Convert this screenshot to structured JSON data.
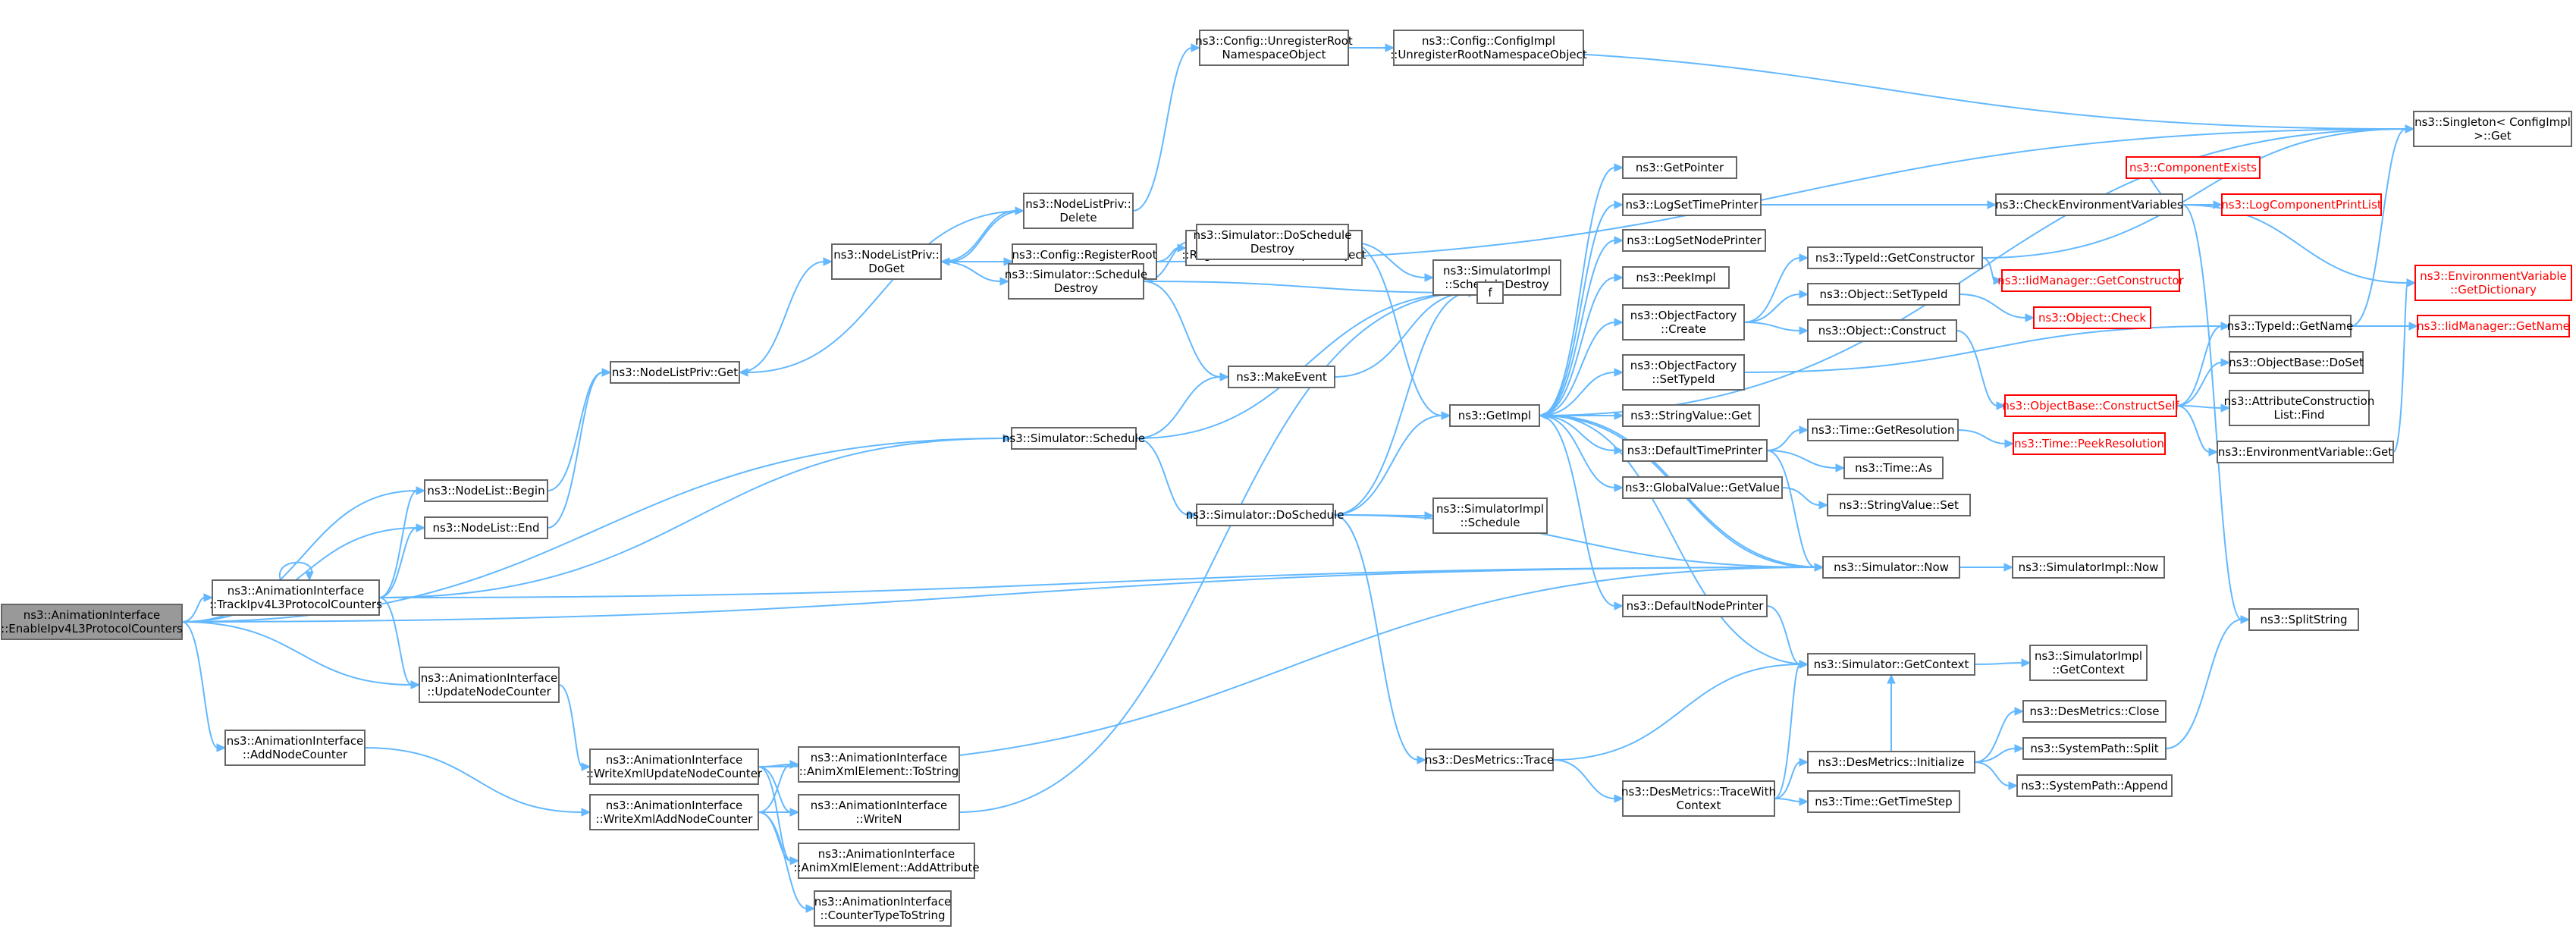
{
  "nodes": [
    {
      "id": "root",
      "lines": [
        "ns3::AnimationInterface",
        "::EnableIpv4L3ProtocolCounters"
      ],
      "root": true
    },
    {
      "id": "track",
      "lines": [
        "ns3::AnimationInterface",
        "::TrackIpv4L3ProtocolCounters"
      ]
    },
    {
      "id": "addNodeCounter",
      "lines": [
        "ns3::AnimationInterface",
        "::AddNodeCounter"
      ]
    },
    {
      "id": "updateNodeCounter",
      "lines": [
        "ns3::AnimationInterface",
        "::UpdateNodeCounter"
      ]
    },
    {
      "id": "writeXmlUpdate",
      "lines": [
        "ns3::AnimationInterface",
        "::WriteXmlUpdateNodeCounter"
      ]
    },
    {
      "id": "writeXmlAdd",
      "lines": [
        "ns3::AnimationInterface",
        "::WriteXmlAddNodeCounter"
      ]
    },
    {
      "id": "toString",
      "lines": [
        "ns3::AnimationInterface",
        "::AnimXmlElement::ToString"
      ]
    },
    {
      "id": "writeN",
      "lines": [
        "ns3::AnimationInterface",
        "::WriteN"
      ]
    },
    {
      "id": "addAttribute",
      "lines": [
        "ns3::AnimationInterface",
        "::AnimXmlElement::AddAttribute"
      ]
    },
    {
      "id": "counterType",
      "lines": [
        "ns3::AnimationInterface",
        "::CounterTypeToString"
      ]
    },
    {
      "id": "nodeListBegin",
      "lines": [
        "ns3::NodeList::Begin"
      ]
    },
    {
      "id": "nodeListEnd",
      "lines": [
        "ns3::NodeList::End"
      ]
    },
    {
      "id": "nodeListPrivGet",
      "lines": [
        "ns3::NodeListPriv::Get"
      ]
    },
    {
      "id": "nodeListPrivDoGet",
      "lines": [
        "ns3::NodeListPriv::",
        "DoGet"
      ]
    },
    {
      "id": "nodeListPrivDelete",
      "lines": [
        "ns3::NodeListPriv::",
        "Delete"
      ]
    },
    {
      "id": "unregisterRoot",
      "lines": [
        "ns3::Config::UnregisterRoot",
        "NamespaceObject"
      ]
    },
    {
      "id": "configImplUnregister",
      "lines": [
        "ns3::Config::ConfigImpl",
        "::UnregisterRootNamespaceObject"
      ]
    },
    {
      "id": "registerRoot",
      "lines": [
        "ns3::Config::RegisterRoot",
        "NamespaceObject"
      ]
    },
    {
      "id": "configImplRegister",
      "lines": [
        "ns3::Config::ConfigImpl",
        "::RegisterRootNamespaceObject"
      ]
    },
    {
      "id": "scheduleDestroy",
      "lines": [
        "ns3::Simulator::Schedule",
        "Destroy"
      ]
    },
    {
      "id": "doScheduleDestroy",
      "lines": [
        "ns3::Simulator::DoSchedule",
        "Destroy"
      ]
    },
    {
      "id": "implScheduleDestroy",
      "lines": [
        "ns3::SimulatorImpl",
        "::ScheduleDestroy"
      ]
    },
    {
      "id": "makeEvent",
      "lines": [
        "ns3::MakeEvent"
      ]
    },
    {
      "id": "f",
      "lines": [
        "f"
      ]
    },
    {
      "id": "schedule",
      "lines": [
        "ns3::Simulator::Schedule"
      ]
    },
    {
      "id": "doSchedule",
      "lines": [
        "ns3::Simulator::DoSchedule"
      ]
    },
    {
      "id": "implSchedule",
      "lines": [
        "ns3::SimulatorImpl",
        "::Schedule"
      ]
    },
    {
      "id": "desTrace",
      "lines": [
        "ns3::DesMetrics::Trace"
      ]
    },
    {
      "id": "getImpl",
      "lines": [
        "ns3::GetImpl"
      ]
    },
    {
      "id": "getPointer",
      "lines": [
        "ns3::GetPointer"
      ]
    },
    {
      "id": "logSetTimePrinter",
      "lines": [
        "ns3::LogSetTimePrinter"
      ]
    },
    {
      "id": "logSetNodePrinter",
      "lines": [
        "ns3::LogSetNodePrinter"
      ]
    },
    {
      "id": "peekImpl",
      "lines": [
        "ns3::PeekImpl"
      ]
    },
    {
      "id": "objFactoryCreate",
      "lines": [
        "ns3::ObjectFactory",
        "::Create"
      ]
    },
    {
      "id": "objFactorySetTypeId",
      "lines": [
        "ns3::ObjectFactory",
        "::SetTypeId"
      ]
    },
    {
      "id": "stringValueGet",
      "lines": [
        "ns3::StringValue::Get"
      ]
    },
    {
      "id": "defaultTimePrinter",
      "lines": [
        "ns3::DefaultTimePrinter"
      ]
    },
    {
      "id": "globalValueGetValue",
      "lines": [
        "ns3::GlobalValue::GetValue"
      ]
    },
    {
      "id": "defaultNodePrinter",
      "lines": [
        "ns3::DefaultNodePrinter"
      ]
    },
    {
      "id": "checkEnv",
      "lines": [
        "ns3::CheckEnvironmentVariables"
      ]
    },
    {
      "id": "typeIdGetConstructor",
      "lines": [
        "ns3::TypeId::GetConstructor"
      ]
    },
    {
      "id": "iidGetConstructor",
      "lines": [
        "ns3::IidManager::GetConstructor"
      ],
      "red": true
    },
    {
      "id": "objectSetTypeId",
      "lines": [
        "ns3::Object::SetTypeId"
      ]
    },
    {
      "id": "objectCheck",
      "lines": [
        "ns3::Object::Check"
      ],
      "red": true
    },
    {
      "id": "objectConstruct",
      "lines": [
        "ns3::Object::Construct"
      ]
    },
    {
      "id": "timeGetResolution",
      "lines": [
        "ns3::Time::GetResolution"
      ]
    },
    {
      "id": "timePeekResolution",
      "lines": [
        "ns3::Time::PeekResolution"
      ],
      "red": true
    },
    {
      "id": "timeAs",
      "lines": [
        "ns3::Time::As"
      ]
    },
    {
      "id": "stringValueSet",
      "lines": [
        "ns3::StringValue::Set"
      ]
    },
    {
      "id": "simNow",
      "lines": [
        "ns3::Simulator::Now"
      ]
    },
    {
      "id": "implNow",
      "lines": [
        "ns3::SimulatorImpl::Now"
      ]
    },
    {
      "id": "simGetContext",
      "lines": [
        "ns3::Simulator::GetContext"
      ]
    },
    {
      "id": "implGetContext",
      "lines": [
        "ns3::SimulatorImpl",
        "::GetContext"
      ]
    },
    {
      "id": "desInitialize",
      "lines": [
        "ns3::DesMetrics::Initialize"
      ]
    },
    {
      "id": "desTraceWithContext",
      "lines": [
        "ns3::DesMetrics::TraceWith",
        "Context"
      ]
    },
    {
      "id": "timeGetTimeStep",
      "lines": [
        "ns3::Time::GetTimeStep"
      ]
    },
    {
      "id": "desClose",
      "lines": [
        "ns3::DesMetrics::Close"
      ]
    },
    {
      "id": "pathSplit",
      "lines": [
        "ns3::SystemPath::Split"
      ]
    },
    {
      "id": "pathAppend",
      "lines": [
        "ns3::SystemPath::Append"
      ]
    },
    {
      "id": "componentExists",
      "lines": [
        "ns3::ComponentExists"
      ],
      "red": true
    },
    {
      "id": "logComponentPrintList",
      "lines": [
        "ns3::LogComponentPrintList"
      ],
      "red": true
    },
    {
      "id": "splitString",
      "lines": [
        "ns3::SplitString"
      ]
    },
    {
      "id": "singletonGet",
      "lines": [
        "ns3::Singleton< ConfigImpl",
        " >::Get"
      ]
    },
    {
      "id": "envGetDictionary",
      "lines": [
        "ns3::EnvironmentVariable",
        "::GetDictionary"
      ],
      "red": true
    },
    {
      "id": "typeIdGetName",
      "lines": [
        "ns3::TypeId::GetName"
      ]
    },
    {
      "id": "iidGetName",
      "lines": [
        "ns3::IidManager::GetName"
      ],
      "red": true
    },
    {
      "id": "objectBaseDoSet",
      "lines": [
        "ns3::ObjectBase::DoSet"
      ]
    },
    {
      "id": "objectBaseConstructSelf",
      "lines": [
        "ns3::ObjectBase::ConstructSelf"
      ],
      "red": true
    },
    {
      "id": "attrConstructionFind",
      "lines": [
        "ns3::AttributeConstruction",
        "List::Find"
      ]
    },
    {
      "id": "envGet",
      "lines": [
        "ns3::EnvironmentVariable::Get"
      ]
    }
  ],
  "edges": [
    [
      "root",
      "track"
    ],
    [
      "root",
      "nodeListBegin"
    ],
    [
      "root",
      "nodeListEnd"
    ],
    [
      "root",
      "schedule"
    ],
    [
      "root",
      "updateNodeCounter"
    ],
    [
      "root",
      "addNodeCounter"
    ],
    [
      "root",
      "simNow"
    ],
    [
      "track",
      "track"
    ],
    [
      "track",
      "nodeListBegin"
    ],
    [
      "track",
      "nodeListEnd"
    ],
    [
      "track",
      "schedule"
    ],
    [
      "track",
      "updateNodeCounter"
    ],
    [
      "track",
      "simNow"
    ],
    [
      "addNodeCounter",
      "writeXmlAdd"
    ],
    [
      "updateNodeCounter",
      "writeXmlUpdate"
    ],
    [
      "writeXmlUpdate",
      "toString"
    ],
    [
      "writeXmlUpdate",
      "writeN"
    ],
    [
      "writeXmlUpdate",
      "addAttribute"
    ],
    [
      "writeXmlUpdate",
      "simNow"
    ],
    [
      "writeXmlAdd",
      "toString"
    ],
    [
      "writeXmlAdd",
      "writeN"
    ],
    [
      "writeXmlAdd",
      "addAttribute"
    ],
    [
      "writeXmlAdd",
      "counterType"
    ],
    [
      "writeN",
      "f"
    ],
    [
      "nodeListBegin",
      "nodeListPrivGet"
    ],
    [
      "nodeListEnd",
      "nodeListPrivGet"
    ],
    [
      "nodeListPrivGet",
      "nodeListPrivDoGet"
    ],
    [
      "nodeListPrivDoGet",
      "nodeListPrivDelete"
    ],
    [
      "nodeListPrivDoGet",
      "registerRoot"
    ],
    [
      "nodeListPrivDoGet",
      "scheduleDestroy"
    ],
    [
      "nodeListPrivDelete",
      "nodeListPrivGet"
    ],
    [
      "nodeListPrivDelete",
      "nodeListPrivDoGet"
    ],
    [
      "nodeListPrivDelete",
      "unregisterRoot"
    ],
    [
      "unregisterRoot",
      "configImplUnregister"
    ],
    [
      "unregisterRoot",
      "singletonGet"
    ],
    [
      "registerRoot",
      "configImplRegister"
    ],
    [
      "registerRoot",
      "singletonGet"
    ],
    [
      "scheduleDestroy",
      "doScheduleDestroy"
    ],
    [
      "scheduleDestroy",
      "makeEvent"
    ],
    [
      "scheduleDestroy",
      "f"
    ],
    [
      "doScheduleDestroy",
      "implScheduleDestroy"
    ],
    [
      "doScheduleDestroy",
      "getImpl"
    ],
    [
      "makeEvent",
      "f"
    ],
    [
      "f",
      "f"
    ],
    [
      "schedule",
      "makeEvent"
    ],
    [
      "schedule",
      "doSchedule"
    ],
    [
      "schedule",
      "f"
    ],
    [
      "doSchedule",
      "implSchedule"
    ],
    [
      "doSchedule",
      "getImpl"
    ],
    [
      "doSchedule",
      "desTrace"
    ],
    [
      "doSchedule",
      "simNow"
    ],
    [
      "doSchedule",
      "f"
    ],
    [
      "desTrace",
      "desTraceWithContext"
    ],
    [
      "desTrace",
      "simGetContext"
    ],
    [
      "getImpl",
      "getPointer"
    ],
    [
      "getImpl",
      "logSetTimePrinter"
    ],
    [
      "getImpl",
      "logSetNodePrinter"
    ],
    [
      "getImpl",
      "peekImpl"
    ],
    [
      "getImpl",
      "objFactoryCreate"
    ],
    [
      "getImpl",
      "objFactorySetTypeId"
    ],
    [
      "getImpl",
      "stringValueGet"
    ],
    [
      "getImpl",
      "defaultTimePrinter"
    ],
    [
      "getImpl",
      "globalValueGetValue"
    ],
    [
      "getImpl",
      "defaultNodePrinter"
    ],
    [
      "getImpl",
      "simNow"
    ],
    [
      "getImpl",
      "singletonGet"
    ],
    [
      "logSetTimePrinter",
      "checkEnv"
    ],
    [
      "objFactoryCreate",
      "typeIdGetConstructor"
    ],
    [
      "objFactoryCreate",
      "objectSetTypeId"
    ],
    [
      "objFactoryCreate",
      "objectConstruct"
    ],
    [
      "objFactorySetTypeId",
      "typeIdGetName"
    ],
    [
      "defaultTimePrinter",
      "timeGetResolution"
    ],
    [
      "defaultTimePrinter",
      "timeAs"
    ],
    [
      "defaultTimePrinter",
      "simNow"
    ],
    [
      "globalValueGetValue",
      "stringValueSet"
    ],
    [
      "defaultNodePrinter",
      "simGetContext"
    ],
    [
      "checkEnv",
      "componentExists"
    ],
    [
      "checkEnv",
      "logComponentPrintList"
    ],
    [
      "checkEnv",
      "envGetDictionary"
    ],
    [
      "checkEnv",
      "splitString"
    ],
    [
      "typeIdGetConstructor",
      "iidGetConstructor"
    ],
    [
      "typeIdGetConstructor",
      "singletonGet"
    ],
    [
      "objectSetTypeId",
      "objectCheck"
    ],
    [
      "objectConstruct",
      "objectBaseConstructSelf"
    ],
    [
      "timeGetResolution",
      "timePeekResolution"
    ],
    [
      "simNow",
      "getImpl"
    ],
    [
      "simNow",
      "implNow"
    ],
    [
      "simGetContext",
      "getImpl"
    ],
    [
      "simGetContext",
      "implGetContext"
    ],
    [
      "desTraceWithContext",
      "simGetContext"
    ],
    [
      "desTraceWithContext",
      "desInitialize"
    ],
    [
      "desTraceWithContext",
      "timeGetTimeStep"
    ],
    [
      "desInitialize",
      "desClose"
    ],
    [
      "desInitialize",
      "pathSplit"
    ],
    [
      "desInitialize",
      "pathAppend"
    ],
    [
      "desInitialize",
      "simGetContext"
    ],
    [
      "pathSplit",
      "splitString"
    ],
    [
      "typeIdGetName",
      "iidGetName"
    ],
    [
      "typeIdGetName",
      "singletonGet"
    ],
    [
      "objectBaseConstructSelf",
      "typeIdGetName"
    ],
    [
      "objectBaseConstructSelf",
      "objectBaseDoSet"
    ],
    [
      "objectBaseConstructSelf",
      "attrConstructionFind"
    ],
    [
      "objectBaseConstructSelf",
      "envGet"
    ],
    [
      "envGet",
      "envGetDictionary"
    ]
  ]
}
